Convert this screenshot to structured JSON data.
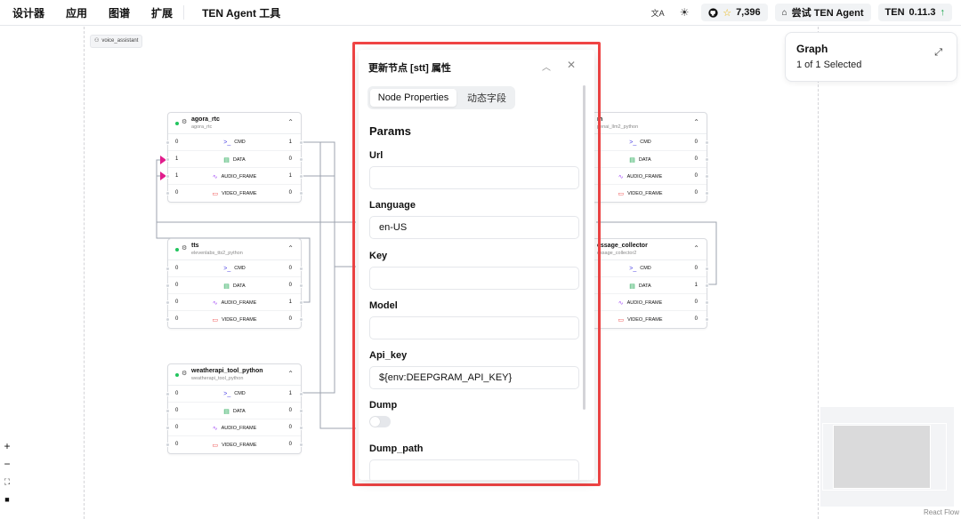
{
  "menu": [
    "设计器",
    "应用",
    "图谱",
    "扩展",
    "TEN Agent 工具"
  ],
  "topbar": {
    "translate_icon": "文A",
    "theme_icon": "☀",
    "github_stars": "7,396",
    "try_label": "尝试 TEN Agent",
    "version_label": "TEN",
    "version": "0.11.3",
    "version_arrow": "↑"
  },
  "canvas": {
    "graph_name": "voice_assistant"
  },
  "nodes": {
    "agora": {
      "name": "agora_rtc",
      "addon": "agora_rtc",
      "rows": [
        {
          "in": "0",
          "label": "CMD",
          "out": "1"
        },
        {
          "in": "1",
          "label": "DATA",
          "out": "0"
        },
        {
          "in": "1",
          "label": "AUDIO_FRAME",
          "out": "1"
        },
        {
          "in": "0",
          "label": "VIDEO_FRAME",
          "out": "0"
        }
      ]
    },
    "tts": {
      "name": "tts",
      "addon": "elevenlabs_tts2_python",
      "rows": [
        {
          "in": "0",
          "label": "CMD",
          "out": "0"
        },
        {
          "in": "0",
          "label": "DATA",
          "out": "0"
        },
        {
          "in": "0",
          "label": "AUDIO_FRAME",
          "out": "1"
        },
        {
          "in": "0",
          "label": "VIDEO_FRAME",
          "out": "0"
        }
      ]
    },
    "weather": {
      "name": "weatherapi_tool_python",
      "addon": "weatherapi_tool_python",
      "rows": [
        {
          "in": "0",
          "label": "CMD",
          "out": "1"
        },
        {
          "in": "0",
          "label": "DATA",
          "out": "0"
        },
        {
          "in": "0",
          "label": "AUDIO_FRAME",
          "out": "0"
        },
        {
          "in": "0",
          "label": "VIDEO_FRAME",
          "out": "0"
        }
      ]
    },
    "llm": {
      "name": "m",
      "addon": "penai_llm2_python",
      "rows": [
        {
          "label": "CMD",
          "out": "0"
        },
        {
          "label": "DATA",
          "out": "0"
        },
        {
          "label": "AUDIO_FRAME",
          "out": "0"
        },
        {
          "label": "VIDEO_FRAME",
          "out": "0"
        }
      ]
    },
    "collector": {
      "name": "essage_collector",
      "addon": "essage_collector2",
      "rows": [
        {
          "label": "CMD",
          "out": "0"
        },
        {
          "label": "DATA",
          "out": "1"
        },
        {
          "label": "AUDIO_FRAME",
          "out": "0"
        },
        {
          "label": "VIDEO_FRAME",
          "out": "0"
        }
      ]
    }
  },
  "graph_card": {
    "title": "Graph",
    "subtitle": "1 of 1 Selected"
  },
  "minimap": {
    "attribution": "React Flow"
  },
  "dialog": {
    "title": "更新节点 [stt] 属性",
    "tabs": [
      "Node Properties",
      "动态字段"
    ],
    "section": "Params",
    "fields": {
      "url": {
        "label": "Url",
        "value": ""
      },
      "language": {
        "label": "Language",
        "value": "en-US"
      },
      "key": {
        "label": "Key",
        "value": ""
      },
      "model": {
        "label": "Model",
        "value": ""
      },
      "api_key": {
        "label": "Api_key",
        "value": "${env:DEEPGRAM_API_KEY}"
      },
      "dump": {
        "label": "Dump",
        "value": "off"
      },
      "dump_path": {
        "label": "Dump_path",
        "value": ""
      }
    }
  }
}
